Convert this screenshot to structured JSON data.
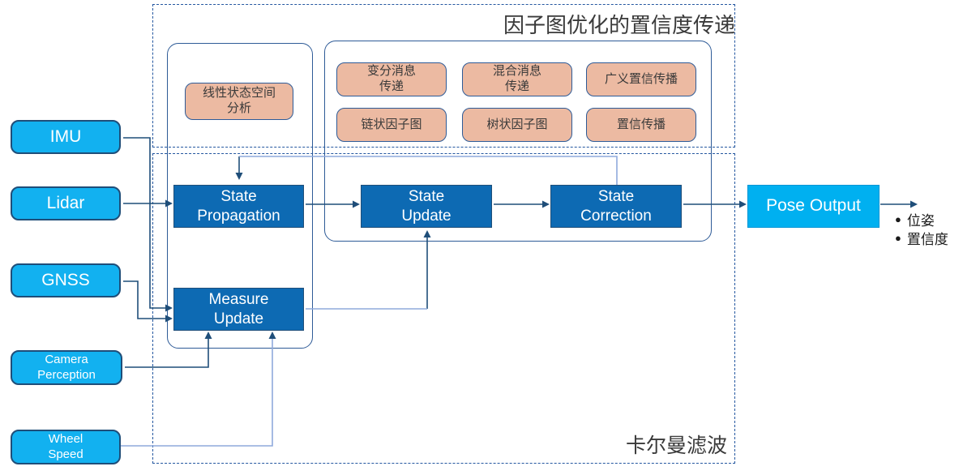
{
  "header": {
    "top_group_title": "因子图优化的置信度传递",
    "bottom_group_title": "卡尔曼滤波"
  },
  "inputs": [
    {
      "label": "IMU"
    },
    {
      "label": "Lidar"
    },
    {
      "label": "GNSS"
    },
    {
      "label": "Camera\nPerception"
    },
    {
      "label": "Wheel\nSpeed"
    }
  ],
  "methods": {
    "linear": "线性状态空间\n分析",
    "grid": [
      "变分消息\n传递",
      "混合消息\n传递",
      "广义置信传播",
      "链状因子图",
      "树状因子图",
      "置信传播"
    ]
  },
  "process": {
    "propagation": "State\nPropagation",
    "update": "State\nUpdate",
    "correction": "State\nCorrection",
    "measure": "Measure\nUpdate"
  },
  "output": {
    "pose": "Pose Output",
    "bullet": "●",
    "items": [
      "位姿",
      "置信度"
    ]
  },
  "colors": {
    "input_fill": "#12b1f0",
    "process_fill": "#0d6ab3",
    "pose_fill": "#00b0f0",
    "method_fill": "#ecbaa2",
    "border_navy": "#1f4e79",
    "line_dark": "#1f4e79",
    "line_light": "#8faadc",
    "dashed_border": "#2457a0",
    "title_text": "#3a3a3a"
  }
}
